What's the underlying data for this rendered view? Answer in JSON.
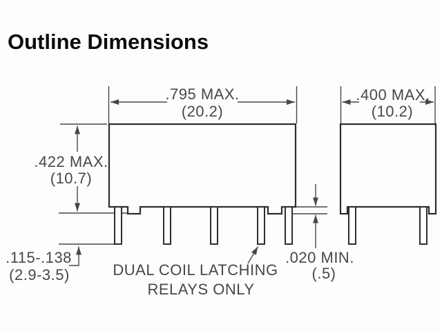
{
  "title": "Outline Dimensions",
  "front_view": {
    "pin_count": 5,
    "width_dim": {
      "inches": ".795 MAX.",
      "mm": "(20.2)"
    },
    "height_dim": {
      "inches": ".422 MAX.",
      "mm": "(10.7)"
    },
    "pin_length_dim": {
      "inches": ".115-.138",
      "mm": "(2.9-3.5)"
    },
    "standoff_dim": {
      "inches": ".020 MIN.",
      "mm": "(.5)"
    }
  },
  "side_view": {
    "pin_count": 2,
    "width_dim": {
      "inches": ".400 MAX.",
      "mm": "(10.2)"
    }
  },
  "note": {
    "line1": "DUAL COIL LATCHING",
    "line2": "RELAYS ONLY"
  },
  "colors": {
    "background": "#fdfdfd",
    "outline": "#2d2d2d",
    "dimension": "#474747",
    "title": "#0c0c0c"
  }
}
